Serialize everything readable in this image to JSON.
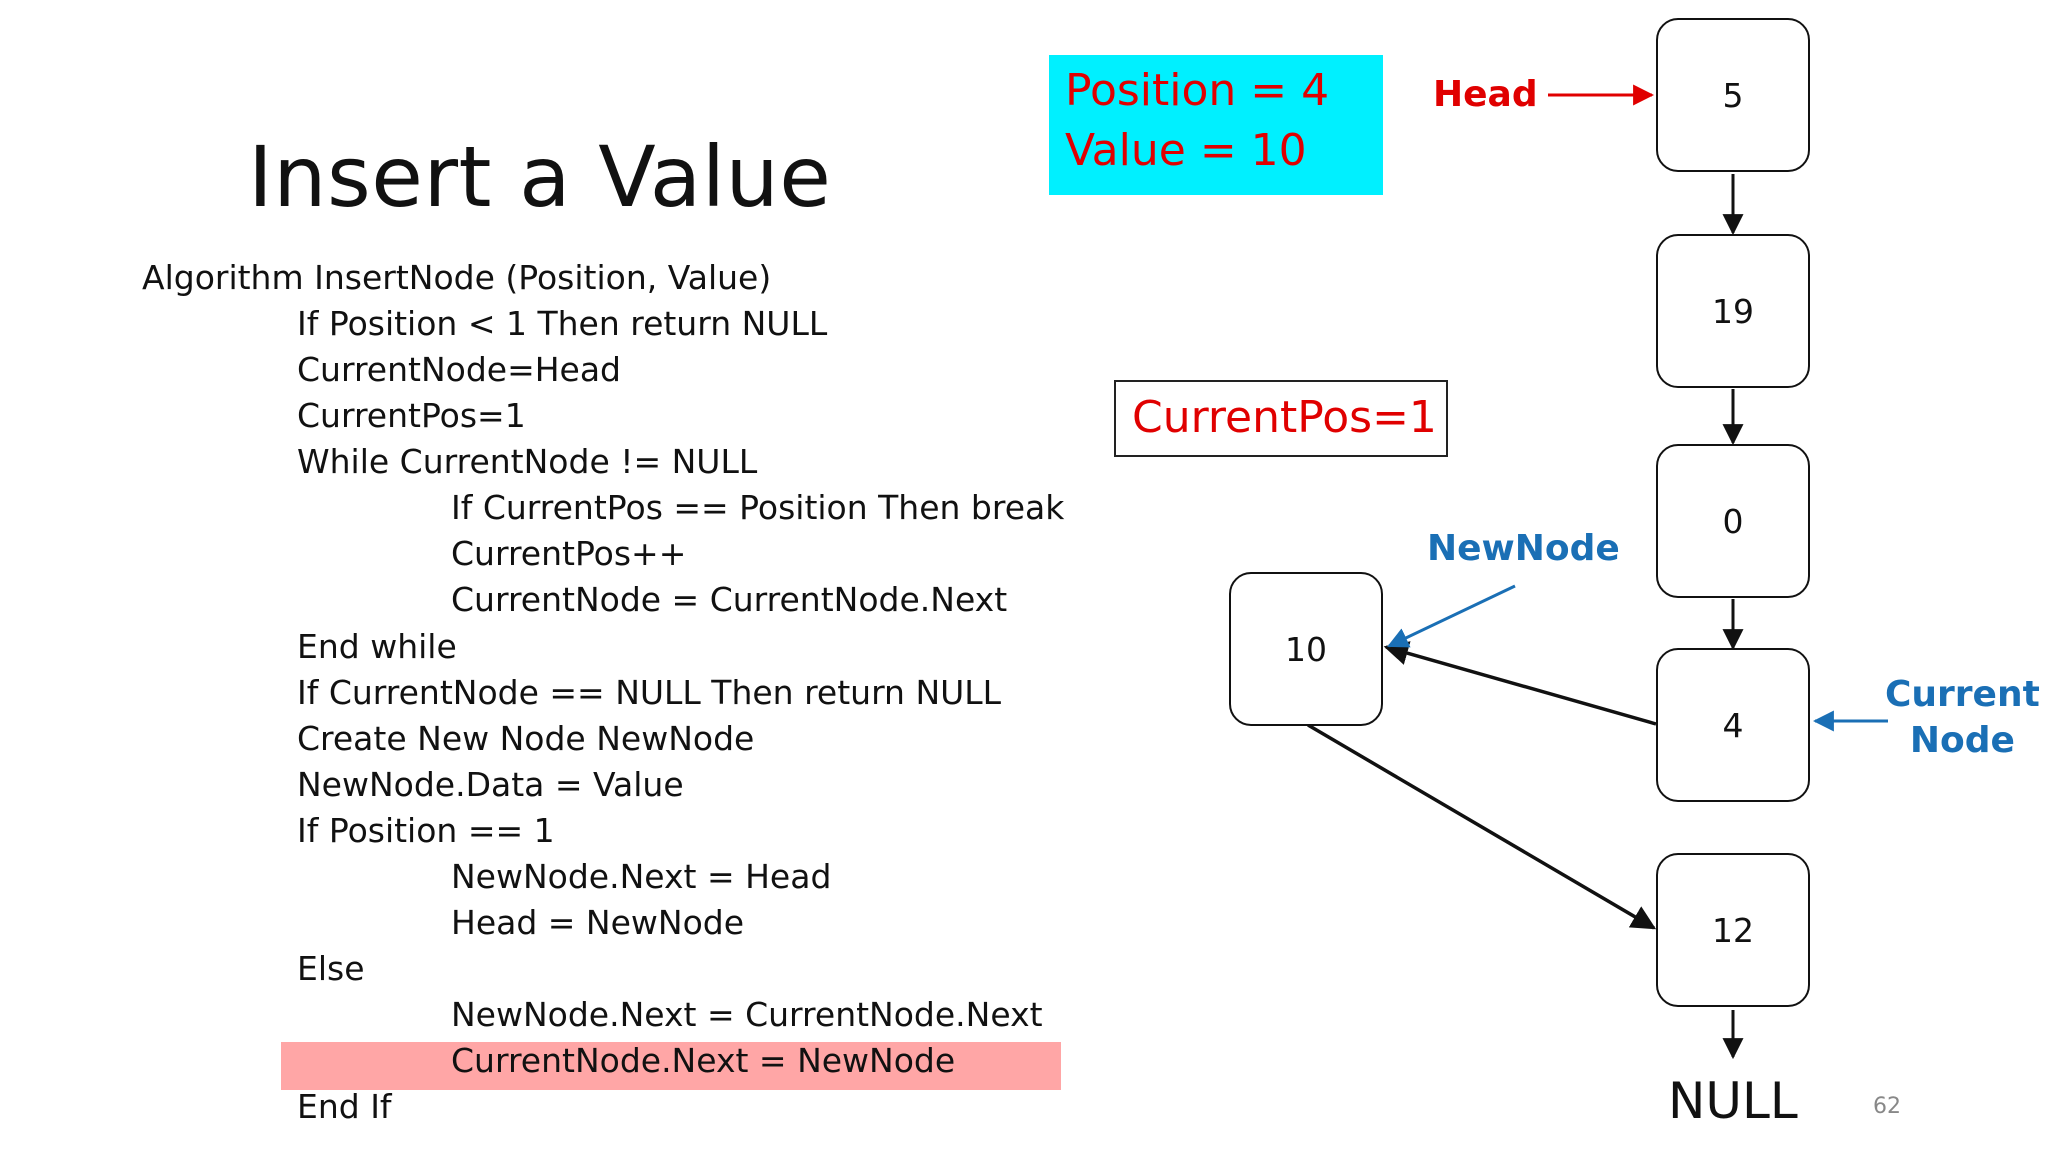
{
  "slide": {
    "title": "Insert a Value",
    "page_number": "62"
  },
  "code_lines": [
    "Algorithm InsertNode (Position, Value)",
    "If Position < 1 Then return NULL",
    "CurrentNode=Head",
    "CurrentPos=1",
    "While CurrentNode != NULL",
    "If CurrentPos == Position Then break",
    "CurrentPos++",
    "CurrentNode = CurrentNode.Next",
    "End while",
    "If CurrentNode == NULL Then return NULL",
    "Create New Node NewNode",
    "NewNode.Data = Value",
    "If Position == 1",
    "NewNode.Next = Head",
    "Head = NewNode",
    "Else",
    "NewNode.Next = CurrentNode.Next",
    "CurrentNode.Next = NewNode",
    "End If"
  ],
  "highlighted_line": "CurrentNode.Next = NewNode",
  "params": {
    "position": "Position = 4",
    "value": "Value = 10"
  },
  "current_pos": "CurrentPos=1",
  "labels": {
    "head": "Head",
    "newnode": "NewNode",
    "current_line1": "Current",
    "current_line2": "Node",
    "null": "NULL"
  },
  "nodes": {
    "n5": "5",
    "n19": "19",
    "n0": "0",
    "n4": "4",
    "n12": "12",
    "new10": "10"
  },
  "colors": {
    "red": "#e00000",
    "blue": "#1a6fb5",
    "cyan": "#00f0ff",
    "highlight": "#ffa6a6"
  }
}
